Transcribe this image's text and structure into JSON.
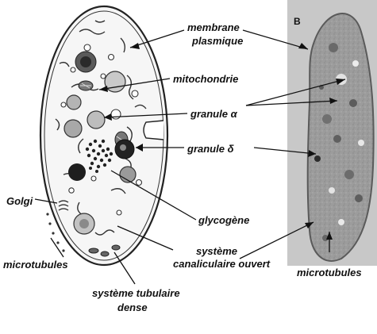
{
  "panel_b": {
    "letter": "B"
  },
  "labels": {
    "membrane_line1": "membrane",
    "membrane_line2": "plasmique",
    "mitochondrie": "mitochondrie",
    "granule_alpha": "granule α",
    "granule_delta": "granule δ",
    "golgi": "Golgi",
    "glycogene": "glycogène",
    "microtubules_left": "microtubules",
    "systeme_canal_line1": "système",
    "systeme_canal_line2": "canaliculaire ouvert",
    "systeme_tub_line1": "système tubulaire",
    "systeme_tub_line2": "dense",
    "microtubules_right": "microtubules"
  }
}
